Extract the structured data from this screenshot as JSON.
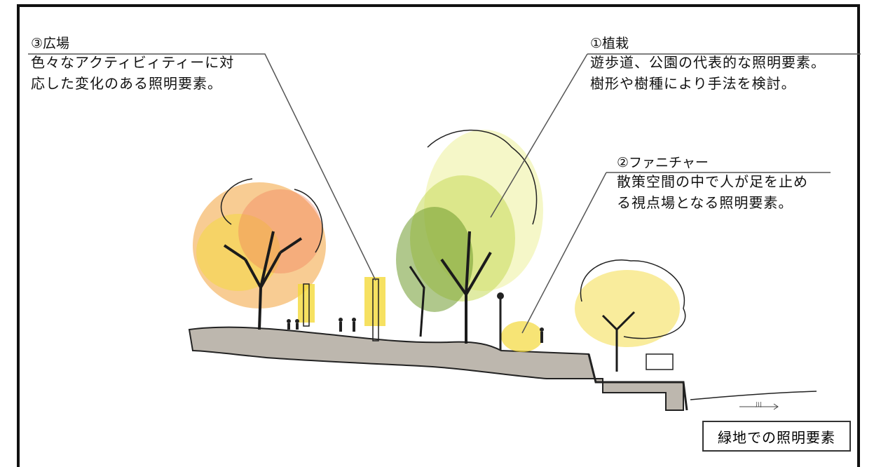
{
  "callouts": {
    "plaza": {
      "title": "③広場",
      "lines": [
        "色々なアクティビィティーに対",
        "応した変化のある照明要素。"
      ]
    },
    "planting": {
      "title": "①植栽",
      "lines": [
        "遊歩道、公園の代表的な照明要素。",
        "樹形や樹種により手法を検討。"
      ]
    },
    "furniture": {
      "title": "②ファニチャー",
      "lines": [
        "散策空間の中で人が足を止め",
        "る視点場となる照明要素。"
      ]
    }
  },
  "caption": "緑地での照明要素",
  "scale_label": "川",
  "colors": {
    "ground": "#bdb7ae",
    "orange_light": "#f2a23a",
    "yellow_light": "#f4d93a",
    "green_tree": "#6f9a2e",
    "outline": "#222222"
  }
}
